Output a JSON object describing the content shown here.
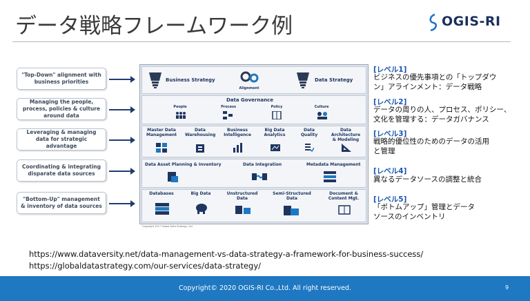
{
  "slide": {
    "title": "データ戦略フレームワーク例",
    "logo_text": "OGIS-RI",
    "left_items": [
      "\"Top-Down\" alignment with business priorities",
      "Managing the people, process, policies & culture around data",
      "Leveraging & managing data for strategic advantage",
      "Coordinating & integrating disparate data sources",
      "\"Bottom-Up\" management & inventory of data sources"
    ],
    "levels": [
      {
        "label": "[レベル1]",
        "text": [
          "ビジネスの優先事項との「トップダウ",
          "ン」アラインメント：データ戦略"
        ]
      },
      {
        "label": "[レベル2]",
        "text": [
          "データの周りの人、プロセス、ポリシー、",
          "文化を管理する：データガバナンス"
        ]
      },
      {
        "label": "[レベル3]",
        "text": [
          "戦略的優位性のためのデータの活用",
          "と管理"
        ]
      },
      {
        "label": "[レベル4]",
        "text": [
          "異なるデータソースの調整と統合"
        ]
      },
      {
        "label": "[レベル5]",
        "text": [
          "「ボトムアップ」管理とデータ",
          "ソースのインベントリ"
        ]
      }
    ],
    "urls": [
      "https://www.dataversity.net/data-management-vs-data-strategy-a-framework-for-business-success/",
      "https://globaldatastrategy.com/our-services/data-strategy/"
    ],
    "footer": "Copyright© 2020 OGIS-RI Co.,Ltd. All right reserved.",
    "page_number": "9"
  },
  "diagram": {
    "row1": {
      "business_strategy": "Business Strategy",
      "alignment": "Alignment",
      "data_strategy": "Data Strategy"
    },
    "row2": {
      "header": "Data Governance",
      "items": [
        "People",
        "Process",
        "Policy",
        "Culture"
      ]
    },
    "row3": {
      "items": [
        "Master Data\nManagement",
        "Data\nWarehousing",
        "Business\nIntelligence",
        "Big Data\nAnalytics",
        "Data\nQuality",
        "Data Architecture\n& Modeling"
      ]
    },
    "row4": {
      "items": [
        "Data Asset Planning & Inventory",
        "Data Integration",
        "Metadata Management"
      ]
    },
    "row5": {
      "items": [
        "Databases",
        "Big Data",
        "Unstructured\nData",
        "Semi-Structured\nData",
        "Document &\nContent Mgt."
      ]
    },
    "copyright": "Copyright 2017 Global Data Strategy, Ltd"
  },
  "colors": {
    "accent": "#1a55b0",
    "footer": "#1e78c2",
    "navy": "#1f3560"
  }
}
